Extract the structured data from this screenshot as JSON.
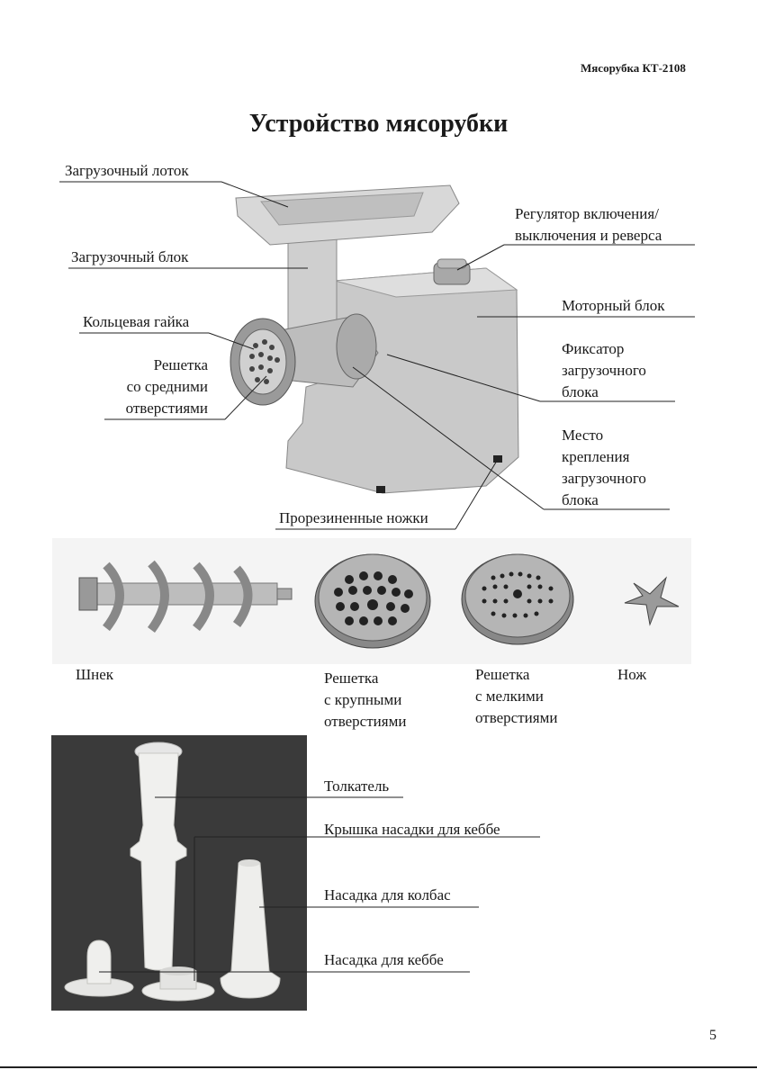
{
  "header": {
    "model": "Мясорубка КТ-2108"
  },
  "title": "Устройство мясорубки",
  "labels": {
    "tray": "Загрузочный лоток",
    "feed_block": "Загрузочный блок",
    "ring_nut": "Кольцевая гайка",
    "grid_medium": [
      "Решетка",
      "со средними",
      "отверстиями"
    ],
    "switch": [
      "Регулятор включения/",
      "выключения и реверса"
    ],
    "motor": "Моторный блок",
    "lock": [
      "Фиксатор",
      "загрузочного",
      "блока"
    ],
    "mount": [
      "Место",
      "крепления",
      "загрузочного",
      "блока"
    ],
    "feet": "Прорезиненные ножки"
  },
  "parts": {
    "auger": "Шнек",
    "grid_large": [
      "Решетка",
      "с крупными",
      "отверстиями"
    ],
    "grid_small": [
      "Решетка",
      "с мелкими",
      "отверстиями"
    ],
    "knife": "Нож"
  },
  "accessories": {
    "pusher": "Толкатель",
    "kebbe_cap": "Крышка насадки для кеббе",
    "sausage": "Насадка для колбас",
    "kebbe": "Насадка для кеббе"
  },
  "page_number": "5"
}
